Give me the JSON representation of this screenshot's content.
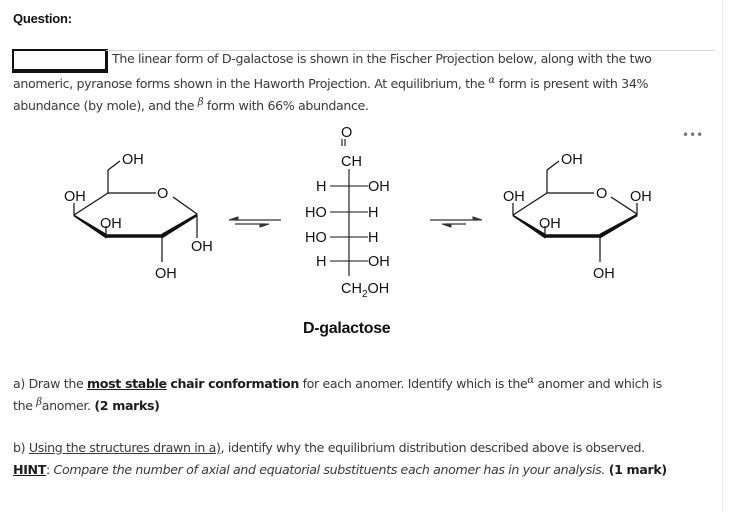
{
  "question": {
    "header": "Question:",
    "intro": {
      "line1": "The linear form of D-galactose is shown in the Fischer Projection below, along with the two",
      "line2_pre": "anomeric, pyranose forms shown in the Haworth Projection. At equilibrium, the",
      "alpha_symbol": "α",
      "line2_post": "form is present with 34%",
      "line3_pre": "abundance (by mole), and the",
      "beta_symbol": "β",
      "line3_post": "form with 66% abundance."
    },
    "alpha_abundance_percent": 34,
    "beta_abundance_percent": 66,
    "more_options_label": "•••"
  },
  "figure": {
    "alpha_haworth": {
      "ring_oxygen": "O",
      "substituents": {
        "c6_oh": "OH",
        "c4_oh": "OH",
        "c3_oh": "OH",
        "c2_oh": "OH",
        "c1_oh": "OH"
      }
    },
    "fischer": {
      "top_oxygen": "O",
      "double_bond": "||",
      "top_group": "CH",
      "rows": [
        {
          "left": "H",
          "right": "OH"
        },
        {
          "left": "HO",
          "right": "H"
        },
        {
          "left": "HO",
          "right": "H"
        },
        {
          "left": "H",
          "right": "OH"
        }
      ],
      "bottom_group_prefix": "CH",
      "bottom_group_subscript": "2",
      "bottom_group_suffix": "OH",
      "caption": "D-galactose"
    },
    "beta_haworth": {
      "ring_oxygen": "O",
      "substituents": {
        "c6_oh": "OH",
        "c4_oh": "OH",
        "c3_oh": "OH",
        "c2_oh": "OH",
        "c1_oh": "OH"
      }
    }
  },
  "part_a": {
    "pre": "a) Draw the",
    "emph_underlined": "most stable",
    "emph_bold": "chair conformation",
    "mid": "for each anomer. Identify which is the",
    "alpha_symbol": "α",
    "post": "anomer and which is",
    "line2_pre": "the",
    "beta_symbol": "β",
    "line2_post": "anomer.",
    "marks": "(2 marks)"
  },
  "part_b": {
    "pre": "b)",
    "underlined": "Using the structures drawn in a)",
    "post": ", identify why the equilibrium distribution described above is observed.",
    "hint_label": "HINT",
    "hint_colon": ":",
    "hint_text": "Compare the number of axial and equatorial substituents each anomer has in your analysis.",
    "marks": "(1 mark)"
  }
}
